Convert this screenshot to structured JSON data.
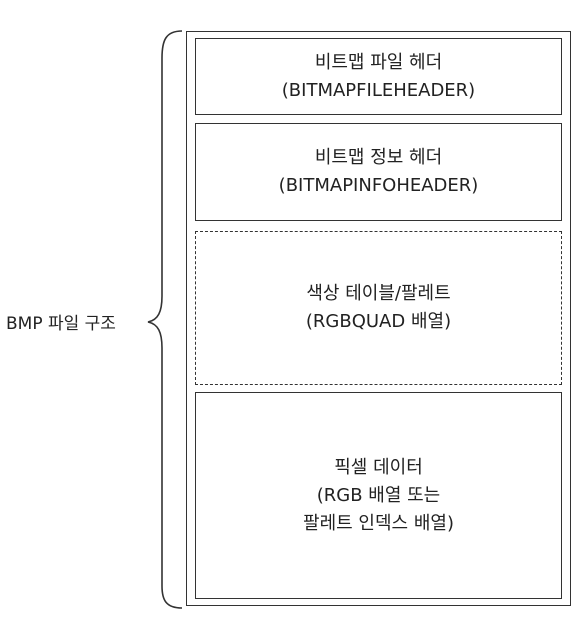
{
  "structure_label": "BMP 파일 구조",
  "sections": [
    {
      "lines": [
        "비트맵 파일 헤더",
        "(BITMAPFILEHEADER)"
      ],
      "border": "solid"
    },
    {
      "lines": [
        "비트맵 정보 헤더",
        "(BITMAPINFOHEADER)"
      ],
      "border": "solid"
    },
    {
      "lines": [
        "색상 테이블/팔레트",
        "(RGBQUAD 배열)"
      ],
      "border": "dashed"
    },
    {
      "lines": [
        "픽셀 데이터",
        "(RGB 배열 또는",
        "팔레트 인덱스 배열)"
      ],
      "border": "solid"
    }
  ]
}
